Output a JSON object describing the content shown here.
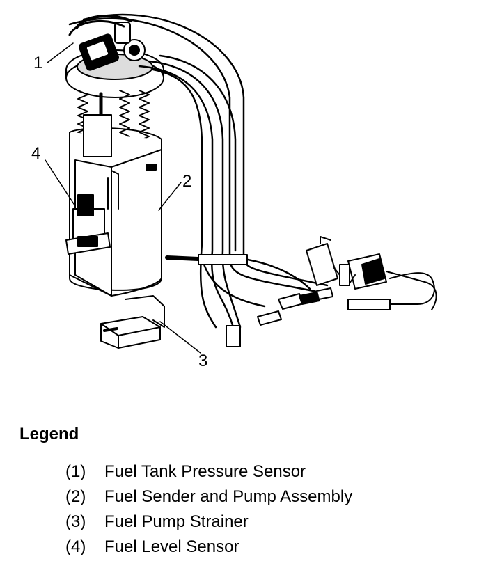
{
  "diagram": {
    "callouts": [
      "1",
      "2",
      "3",
      "4"
    ]
  },
  "legend": {
    "title": "Legend",
    "items": [
      {
        "num": "(1)",
        "label": "Fuel Tank Pressure Sensor"
      },
      {
        "num": "(2)",
        "label": "Fuel Sender and Pump Assembly"
      },
      {
        "num": "(3)",
        "label": "Fuel Pump Strainer"
      },
      {
        "num": "(4)",
        "label": "Fuel Level Sensor"
      }
    ]
  }
}
